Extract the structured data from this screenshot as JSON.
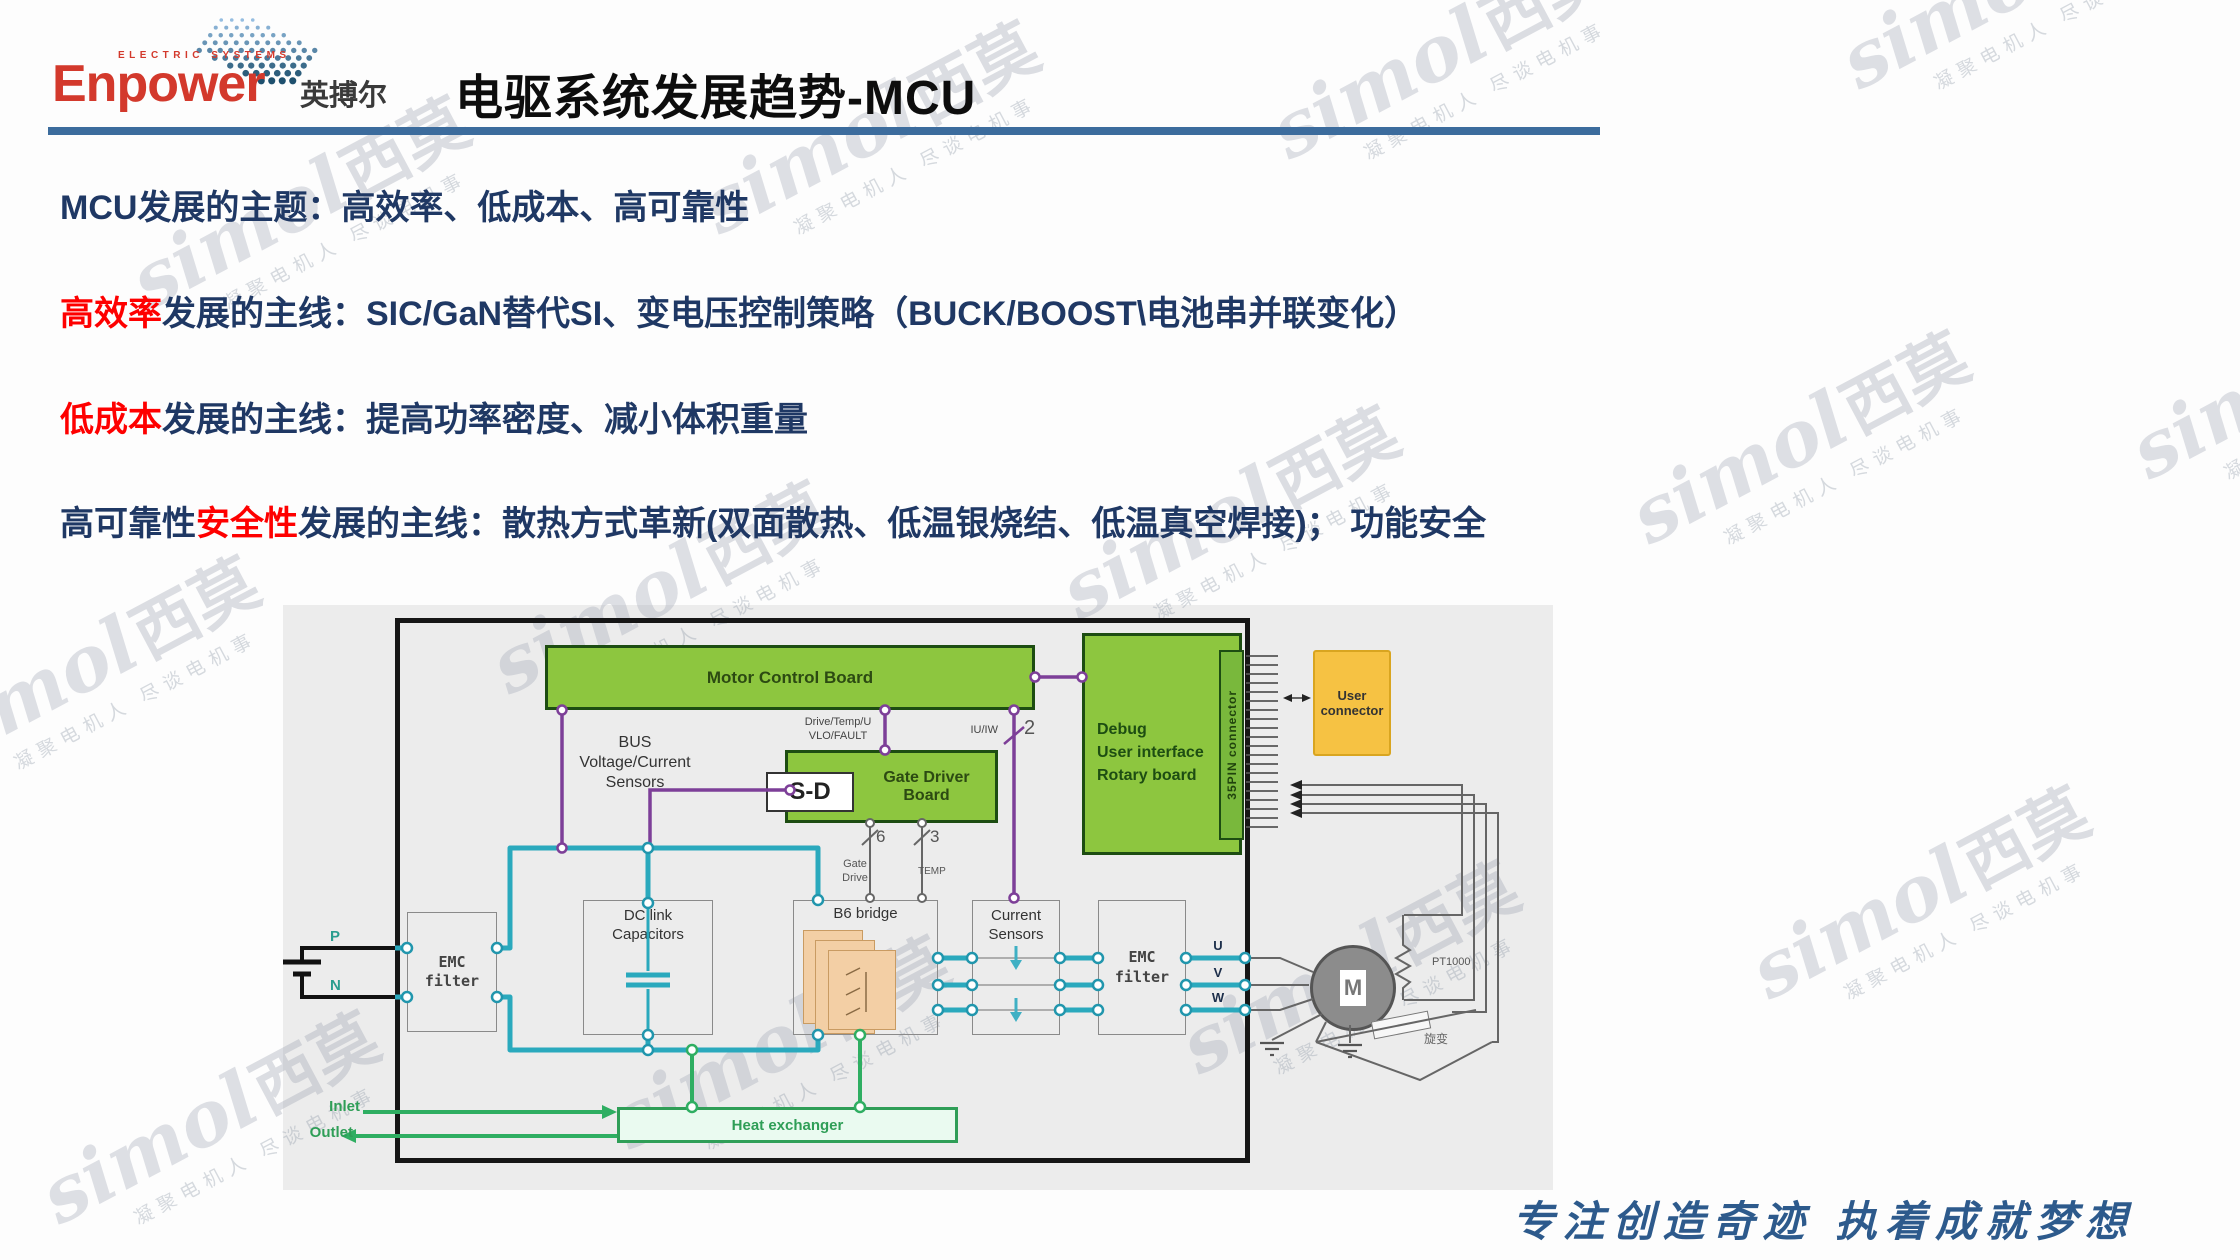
{
  "header": {
    "brand": "Enpower",
    "brand_sub": "ELECTRIC SYSTEMS",
    "brand_cn": "英搏尔",
    "title": "电驱系统发展趋势-MCU"
  },
  "bullets": {
    "line1": "MCU发展的主题：高效率、低成本、高可靠性",
    "line2_red": "高效率",
    "line2_rest": "发展的主线：SIC/GaN替代SI、变电压控制策略（BUCK/BOOST\\电池串并联变化）",
    "line3_red": "低成本",
    "line3_rest": "发展的主线：提高功率密度、减小体积重量",
    "line4_pre": "高可靠性",
    "line4_red": "安全性",
    "line4_rest": "发展的主线：散热方式革新(双面散热、低温银烧结、低温真空焊接)； 功能安全"
  },
  "diagram": {
    "motor_control_board": "Motor Control Board",
    "bus_sensors_l1": "BUS",
    "bus_sensors_l2": "Voltage/Current",
    "bus_sensors_l3": "Sensors",
    "drive_temp_l1": "Drive/Temp/U",
    "drive_temp_l2": "VLO/FAULT",
    "sd": "S-D",
    "gate_driver_l1": "Gate Driver",
    "gate_driver_l2": "Board",
    "debug_l1": "Debug",
    "debug_l2": "User interface",
    "debug_l3": "Rotary board",
    "pin_strip": "35PIN connector",
    "user_connector": "User connector",
    "iu_iw": "IU/IW",
    "wire_count_2": "2",
    "wire_count_6": "6",
    "wire_count_3": "3",
    "gate_drive_l1": "Gate",
    "gate_drive_l2": "Drive",
    "temp": "TEMP",
    "emc_left_l1": "EMC",
    "emc_left_l2": "filter",
    "dc_link_l1": "DC link",
    "dc_link_l2": "Capacitors",
    "b6_bridge": "B6 bridge",
    "current_sensors_l1": "Current",
    "current_sensors_l2": "Sensors",
    "emc_right_l1": "EMC",
    "emc_right_l2": "filter",
    "heat_exchanger": "Heat exchanger",
    "inlet": "Inlet",
    "outlet": "Outlet",
    "p": "P",
    "n": "N",
    "u": "U",
    "v": "V",
    "w": "W",
    "motor": "M",
    "pt1000": "PT1000",
    "resolver": "旋变"
  },
  "watermark": {
    "brand": "simol",
    "brand_cn": "西莫",
    "tagline": "凝聚电机人  尽谈电机事"
  },
  "footer": {
    "slogan": "专注创造奇迹 执着成就梦想"
  },
  "colors": {
    "accent_red": "#d3392c",
    "text_navy": "#1f3864",
    "highlight_red": "#fe0000",
    "divider_blue": "#3c6c9d",
    "board_green": "#8dc63f",
    "connector_yellow": "#f6c243",
    "wire_teal": "#2aa9bd",
    "wire_purple": "#7d3f98",
    "wire_green": "#2fae62"
  }
}
